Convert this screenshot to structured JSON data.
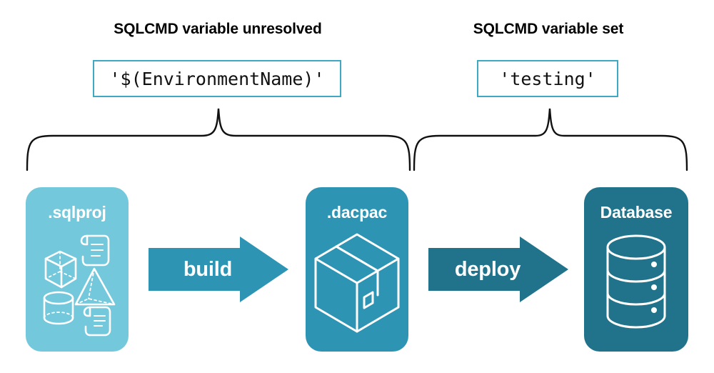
{
  "diagram": {
    "title_left": "SQLCMD variable unresolved",
    "title_right": "SQLCMD variable set",
    "code_left": "'$(EnvironmentName)'",
    "code_right": "'testing'",
    "stages": [
      {
        "label": ".sqlproj",
        "color": "#74C8DC",
        "art": "project-shapes-icon"
      },
      {
        "label": ".dacpac",
        "color": "#2D94B4",
        "art": "package-box-icon"
      },
      {
        "label": "Database",
        "color": "#20738A",
        "art": "database-cylinder-icon"
      }
    ],
    "arrows": [
      {
        "label": "build",
        "color": "#2D94B4"
      },
      {
        "label": "deploy",
        "color": "#20738A"
      }
    ],
    "brace_color": "#000000",
    "code_border_color": "#3FA9C4",
    "background": "#FFFFFF"
  }
}
